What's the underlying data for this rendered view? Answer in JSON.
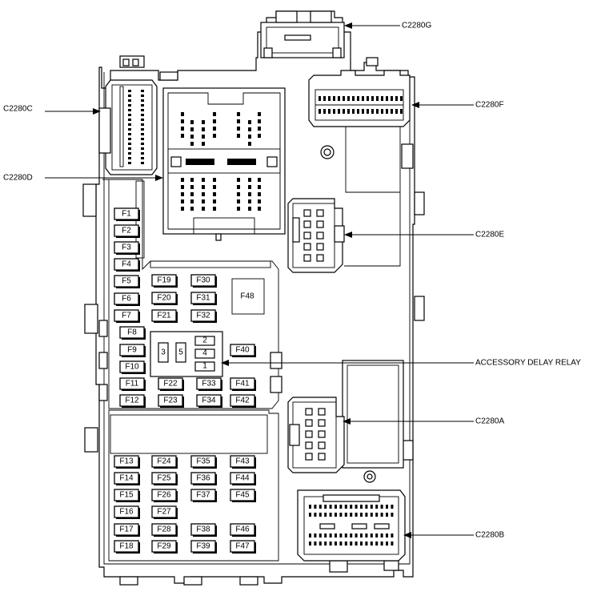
{
  "callouts": {
    "c2280g": "C2280G",
    "c2280c": "C2280C",
    "c2280f": "C2280F",
    "c2280d": "C2280D",
    "c2280e": "C2280E",
    "accessory_delay_relay": "ACCESSORY DELAY RELAY",
    "c2280a": "C2280A",
    "c2280b": "C2280B"
  },
  "fuses": {
    "f1": "F1",
    "f2": "F2",
    "f3": "F3",
    "f4": "F4",
    "f5": "F5",
    "f6": "F6",
    "f7": "F7",
    "f8": "F8",
    "f9": "F9",
    "f10": "F10",
    "f11": "F11",
    "f12": "F12",
    "f13": "F13",
    "f14": "F14",
    "f15": "F15",
    "f16": "F16",
    "f17": "F17",
    "f18": "F18",
    "f19": "F19",
    "f20": "F20",
    "f21": "F21",
    "f22": "F22",
    "f23": "F23",
    "f24": "F24",
    "f25": "F25",
    "f26": "F26",
    "f27": "F27",
    "f28": "F28",
    "f29": "F29",
    "f30": "F30",
    "f31": "F31",
    "f32": "F32",
    "f33": "F33",
    "f34": "F34",
    "f35": "F35",
    "f36": "F36",
    "f37": "F37",
    "f38": "F38",
    "f39": "F39",
    "f40": "F40",
    "f41": "F41",
    "f42": "F42",
    "f43": "F43",
    "f44": "F44",
    "f45": "F45",
    "f46": "F46",
    "f47": "F47",
    "f48": "F48"
  },
  "relay_pins": {
    "p1": "1",
    "p2": "2",
    "p3": "3",
    "p4": "4",
    "p5": "5"
  }
}
